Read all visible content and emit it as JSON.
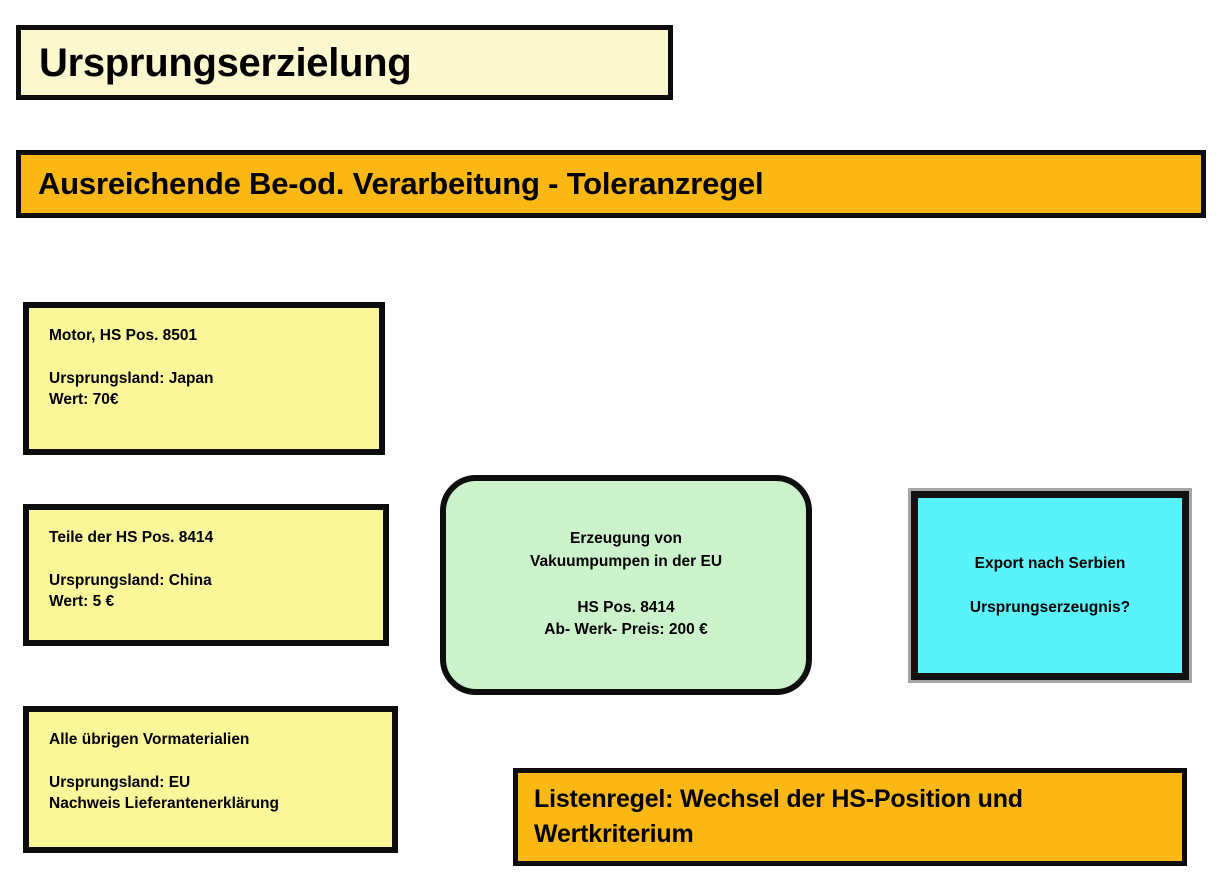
{
  "slide": {
    "title": "Ursprungserzielung",
    "section_heading": "Ausreichende Be-od. Verarbeitung - Toleranzregel",
    "materials": [
      {
        "name": "material-motor",
        "heading": "Motor, HS Pos. 8501",
        "origin": "Ursprungsland: Japan",
        "value": "Wert: 70€"
      },
      {
        "name": "material-parts-8414",
        "heading": "Teile der HS Pos. 8414",
        "origin": "Ursprungsland: China",
        "value": "Wert: 5 €"
      },
      {
        "name": "material-other",
        "heading": "Alle übrigen Vormaterialien",
        "origin": "Ursprungsland: EU",
        "value": "Nachweis Lieferantenerklärung"
      }
    ],
    "production": {
      "line1": "Erzeugung von",
      "line2": "Vakuumpumpen in der EU",
      "line3": "HS Pos. 8414",
      "line4": "Ab- Werk- Preis: 200 €"
    },
    "export": {
      "line1": "Export nach Serbien",
      "line2": "Ursprungserzeugnis?"
    },
    "rule": {
      "line1": "Listenregel: Wechsel der HS-Position und",
      "line2": "Wertkriterium"
    },
    "colors": {
      "title_fill": "#FBF7CE",
      "banner_fill": "#FBB714",
      "material_fill": "#FAF79B",
      "production_fill": "#CCF2CC",
      "export_fill": "#5BF3FB",
      "border": "#0D0D0D",
      "export_outer_border": "#A6A6A6"
    }
  }
}
